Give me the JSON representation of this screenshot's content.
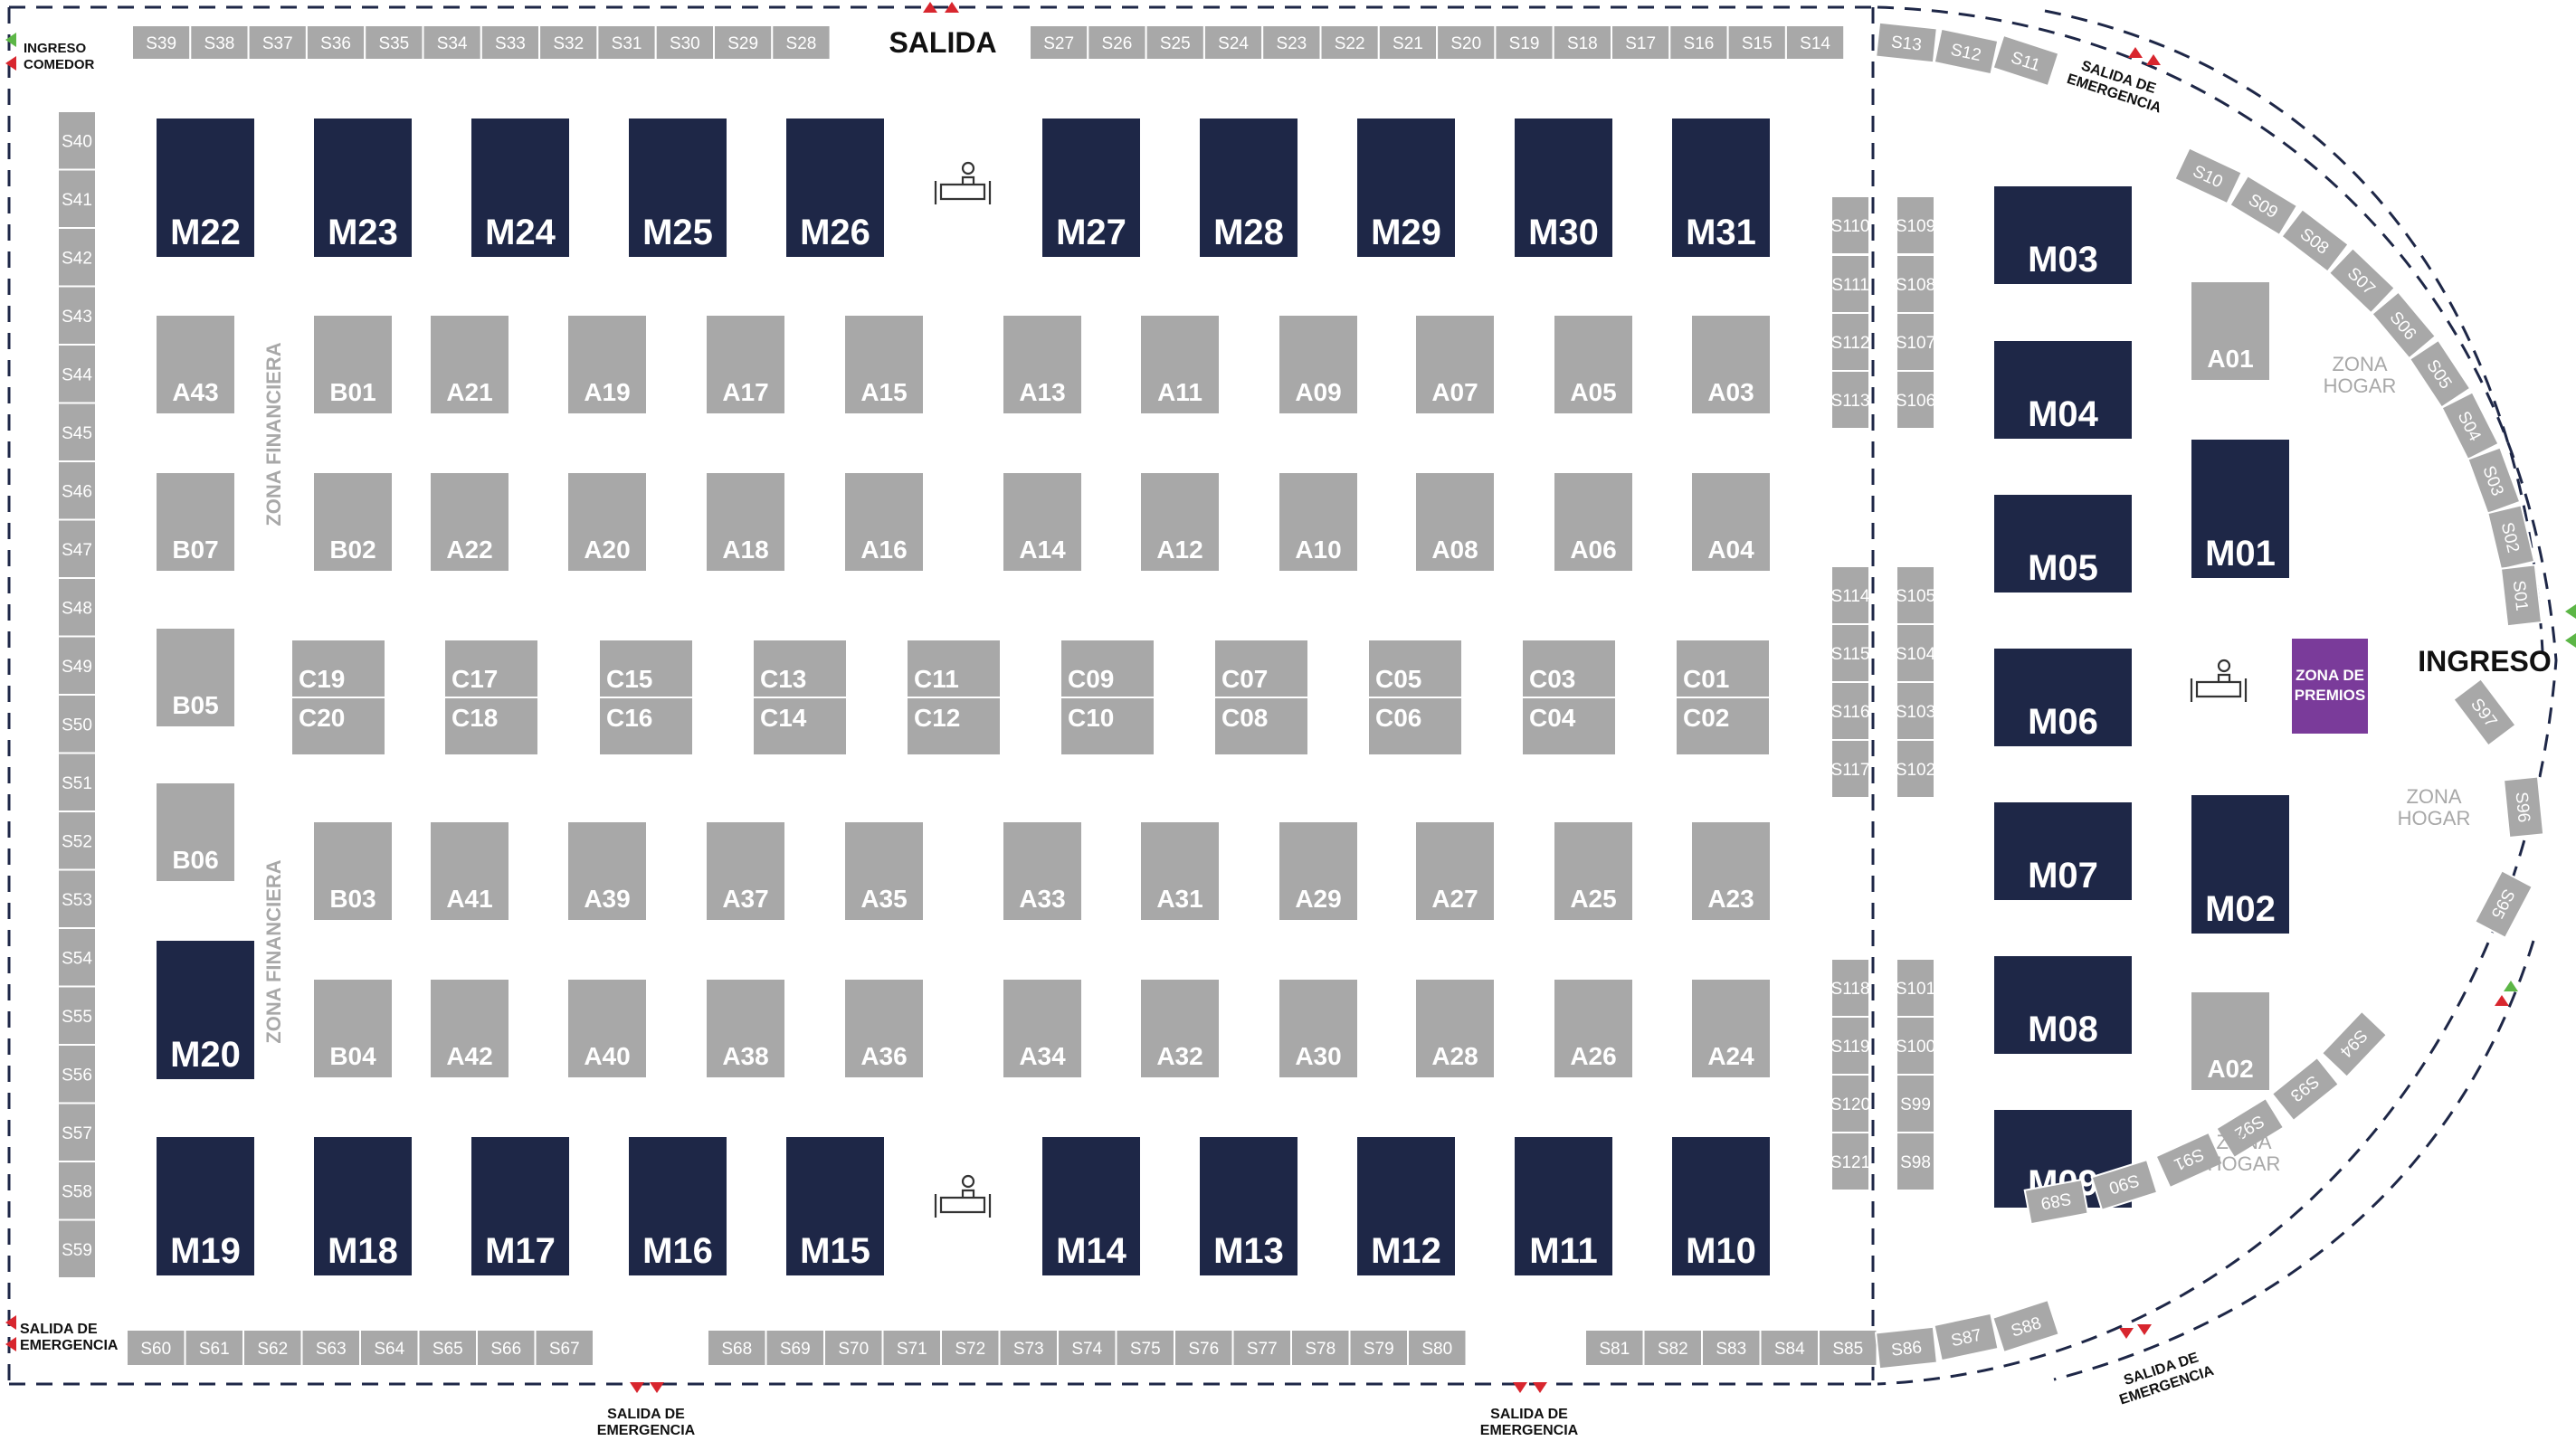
{
  "labels": {
    "salida": "SALIDA",
    "ingreso": "INGRESO",
    "ingreso_comedor": [
      "INGRESO",
      "COMEDOR"
    ],
    "salida_emergencia": [
      "SALIDA DE",
      "EMERGENCIA"
    ],
    "zona_financiera": "ZONA FINANCIERA",
    "zona_hogar": [
      "ZONA",
      "HOGAR"
    ],
    "zona_premios": [
      "ZONA DE",
      "PREMIOS"
    ]
  },
  "colors": {
    "navy": "#1e2747",
    "gray": "#a8a8a8",
    "purple": "#7a3b9a",
    "red": "#d8262e",
    "green": "#5cb646",
    "line": "#1e2747",
    "zone_text": "#a8a8a8"
  },
  "icons": [
    "lounge-sofa-icon"
  ],
  "stands": {
    "m_top": [
      "M22",
      "M23",
      "M24",
      "M25",
      "M26",
      "M27",
      "M28",
      "M29",
      "M30",
      "M31"
    ],
    "m_bottom": [
      "M19",
      "M18",
      "M17",
      "M16",
      "M15",
      "M14",
      "M13",
      "M12",
      "M11",
      "M10"
    ],
    "m_left": "M20",
    "m_right_col": [
      "M03",
      "M04",
      "M05",
      "M06",
      "M07",
      "M08",
      "M09"
    ],
    "m_right_inner": [
      "M01",
      "M02"
    ],
    "a_right": [
      "A01",
      "A02"
    ],
    "row1": [
      "A43",
      "B01",
      "A21",
      "A19",
      "A17",
      "A15",
      "A13",
      "A11",
      "A09",
      "A07",
      "A05",
      "A03"
    ],
    "row2": [
      "B07",
      "B02",
      "A22",
      "A20",
      "A18",
      "A16",
      "A14",
      "A12",
      "A10",
      "A08",
      "A06",
      "A04"
    ],
    "c_top": [
      "C19",
      "C17",
      "C15",
      "C13",
      "C11",
      "C09",
      "C07",
      "C05",
      "C03",
      "C01"
    ],
    "c_bottom": [
      "C20",
      "C18",
      "C16",
      "C14",
      "C12",
      "C10",
      "C08",
      "C06",
      "C04",
      "C02"
    ],
    "b_left": [
      "B05",
      "B06"
    ],
    "row4": [
      "B03",
      "A41",
      "A39",
      "A37",
      "A35",
      "A33",
      "A31",
      "A29",
      "A27",
      "A25",
      "A23"
    ],
    "row5": [
      "B04",
      "A42",
      "A40",
      "A38",
      "A36",
      "A34",
      "A32",
      "A30",
      "A28",
      "A26",
      "A24"
    ]
  },
  "small_stands": {
    "top_left": [
      "S39",
      "S38",
      "S37",
      "S36",
      "S35",
      "S34",
      "S33",
      "S32",
      "S31",
      "S30",
      "S29",
      "S28"
    ],
    "top_right": [
      "S27",
      "S26",
      "S25",
      "S24",
      "S23",
      "S22",
      "S21",
      "S20",
      "S19",
      "S18",
      "S17",
      "S16",
      "S15",
      "S14"
    ],
    "top_curve_start": [
      "S13",
      "S12",
      "S11"
    ],
    "left_col": [
      "S40",
      "S41",
      "S42",
      "S43",
      "S44",
      "S45",
      "S46",
      "S47",
      "S48",
      "S49",
      "S50",
      "S51",
      "S52",
      "S53",
      "S54",
      "S55",
      "S56",
      "S57",
      "S58",
      "S59"
    ],
    "bottom_1": [
      "S60",
      "S61",
      "S62",
      "S63",
      "S64",
      "S65",
      "S66",
      "S67"
    ],
    "bottom_2": [
      "S68",
      "S69",
      "S70",
      "S71",
      "S72",
      "S73",
      "S74",
      "S75",
      "S76",
      "S77",
      "S78",
      "S79",
      "S80"
    ],
    "bottom_3": [
      "S81",
      "S82",
      "S83",
      "S84",
      "S85"
    ],
    "bottom_curve_start": [
      "S86",
      "S87",
      "S88"
    ],
    "mid_col_a": [
      "S110",
      "S111",
      "S112",
      "S113",
      "S114",
      "S115",
      "S116",
      "S117",
      "S118",
      "S119",
      "S120",
      "S121"
    ],
    "mid_col_b": [
      "S109",
      "S108",
      "S107",
      "S106",
      "S105",
      "S104",
      "S103",
      "S102",
      "S101",
      "S100",
      "S99",
      "S98"
    ],
    "curve_top": [
      "S10",
      "S09",
      "S08",
      "S07",
      "S06",
      "S05",
      "S04",
      "S03",
      "S02",
      "S01"
    ],
    "curve_right": [
      "S97",
      "S96",
      "S95"
    ],
    "curve_bottom": [
      "S94",
      "S93",
      "S92",
      "S91",
      "S90",
      "S89"
    ]
  }
}
